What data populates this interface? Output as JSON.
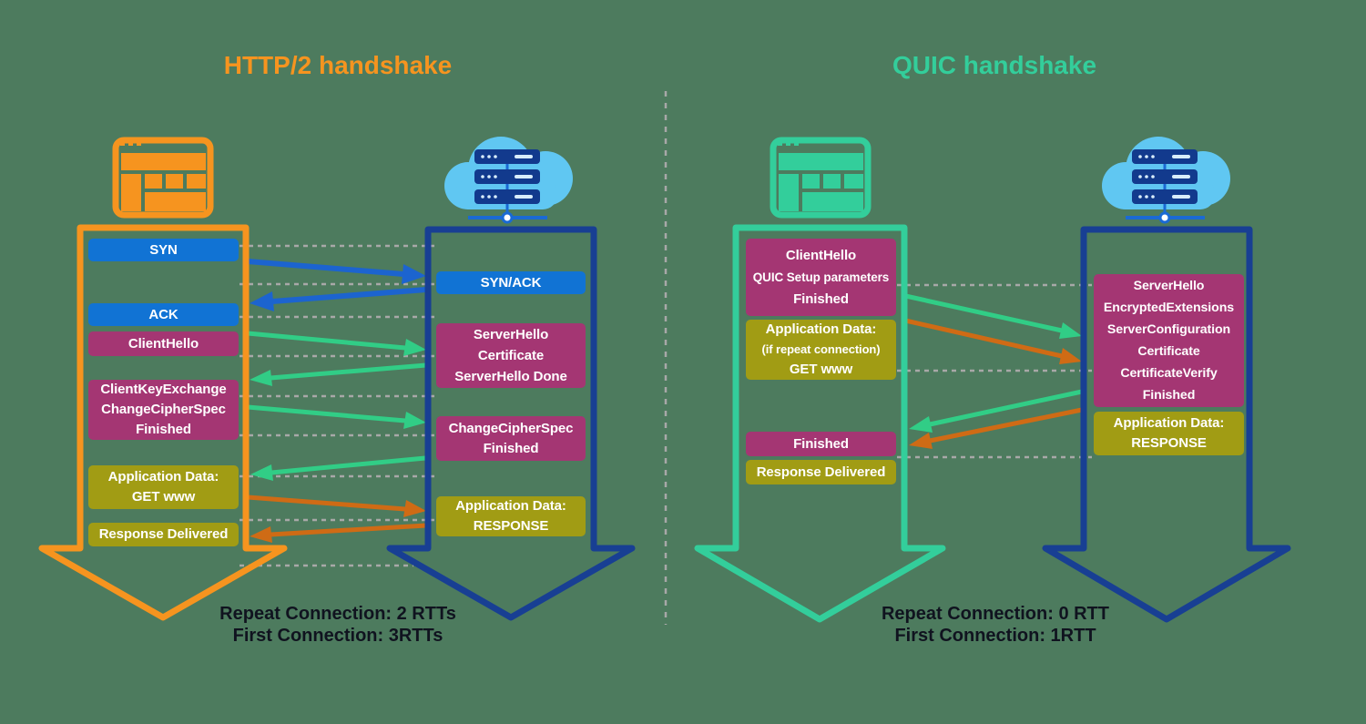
{
  "colors": {
    "background": "#4d7b5e",
    "orange": "#f6941f",
    "teal": "#33ce9b",
    "navy": "#183f93",
    "blue_box": "#1173d4",
    "blue_arrow": "#1c64cf",
    "green_arrow": "#31cd86",
    "orange_arrow": "#cf6b15",
    "magenta_box": "#a43673",
    "olive_box": "#a19c14",
    "dashed_gray": "#a8a8a8",
    "footer_text": "#10131f",
    "cloud_blue": "#60c7f2",
    "server_bar": "#123a8d",
    "connector_blue": "#1a6ad4",
    "box_text": "#ffffff"
  },
  "icons": {
    "client": "browser-icon",
    "server": "cloud-server-icon"
  },
  "panels": [
    {
      "id": "http2",
      "title": "HTTP/2 handshake",
      "client_messages": [
        {
          "type": "tcp",
          "lines": [
            "SYN"
          ]
        },
        {
          "type": "tcp",
          "lines": [
            "ACK"
          ]
        },
        {
          "type": "tls",
          "lines": [
            "ClientHello"
          ]
        },
        {
          "type": "tls",
          "lines": [
            "ClientKeyExchange",
            "ChangeCipherSpec",
            "Finished"
          ]
        },
        {
          "type": "app",
          "lines": [
            "Application Data:",
            "GET www"
          ]
        },
        {
          "type": "app",
          "lines": [
            "Response Delivered"
          ]
        }
      ],
      "server_messages": [
        {
          "type": "tcp",
          "lines": [
            "SYN/ACK"
          ]
        },
        {
          "type": "tls",
          "lines": [
            "ServerHello",
            "Certificate",
            "ServerHello Done"
          ]
        },
        {
          "type": "tls",
          "lines": [
            "ChangeCipherSpec",
            "Finished"
          ]
        },
        {
          "type": "app",
          "lines": [
            "Application Data:",
            "RESPONSE"
          ]
        }
      ],
      "footer": [
        "Repeat Connection: 2 RTTs",
        "First Connection: 3RTTs"
      ]
    },
    {
      "id": "quic",
      "title": "QUIC handshake",
      "client_messages": [
        {
          "type": "tls",
          "lines": [
            "ClientHello",
            "QUIC Setup parameters",
            "Finished"
          ]
        },
        {
          "type": "app",
          "lines": [
            "Application Data:",
            "(if repeat connection)",
            "GET www"
          ]
        },
        {
          "type": "tls",
          "lines": [
            "Finished"
          ]
        },
        {
          "type": "app",
          "lines": [
            "Response Delivered"
          ]
        }
      ],
      "server_messages": [
        {
          "type": "tls",
          "lines": [
            "ServerHello",
            "EncryptedExtensions",
            "ServerConfiguration",
            "Certificate",
            "CertificateVerify",
            "Finished"
          ]
        },
        {
          "type": "app",
          "lines": [
            "Application Data:",
            "RESPONSE"
          ]
        }
      ],
      "footer": [
        "Repeat Connection: 0 RTT",
        "First Connection: 1RTT"
      ]
    }
  ]
}
